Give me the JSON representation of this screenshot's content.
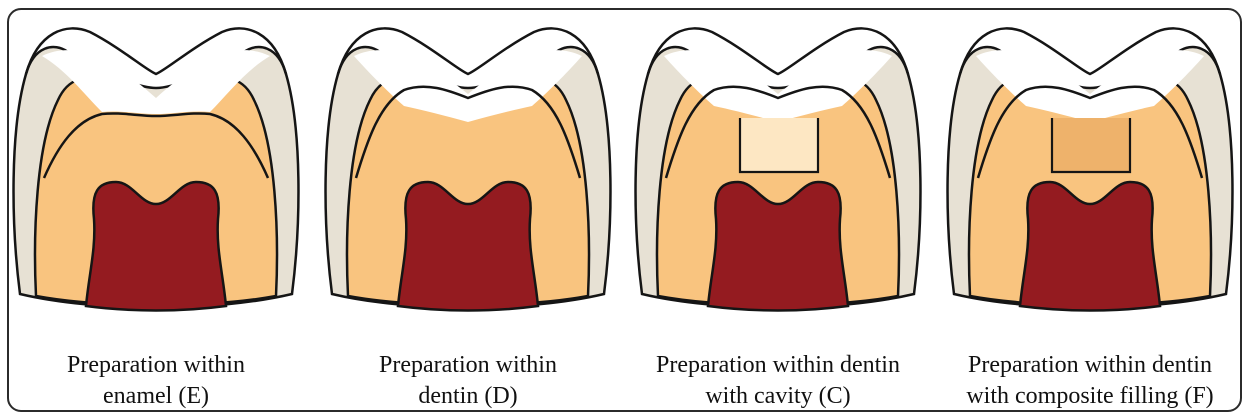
{
  "colors": {
    "outline": "#151515",
    "enamel_white": "#ffffff",
    "enamel_shade": "#e7e1d4",
    "dentin": "#f9c47f",
    "pulp": "#941b20",
    "cavity_empty": "#fde7c3",
    "composite_fill": "#eeb26b",
    "frame": "#2b2b2b"
  },
  "panels": [
    {
      "id": "E",
      "variant": "enamel",
      "caption_line1": "Preparation within",
      "caption_line2": "enamel (E)"
    },
    {
      "id": "D",
      "variant": "dentin",
      "caption_line1": "Preparation within",
      "caption_line2": "dentin (D)"
    },
    {
      "id": "C",
      "variant": "cavity",
      "caption_line1": "Preparation within dentin",
      "caption_line2": "with cavity (C)"
    },
    {
      "id": "F",
      "variant": "filling",
      "caption_line1": "Preparation within dentin",
      "caption_line2": "with composite filling (F)"
    }
  ]
}
